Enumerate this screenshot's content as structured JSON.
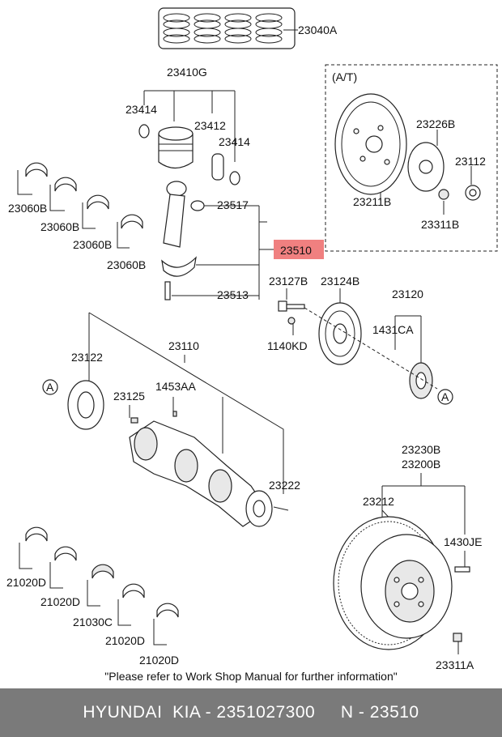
{
  "labels": {
    "l23040A": "23040A",
    "l23410G": "23410G",
    "l23414a": "23414",
    "l23412": "23412",
    "l23414b": "23414",
    "l23060Ba": "23060B",
    "l23060Bb": "23060B",
    "l23060Bc": "23060B",
    "l23060Bd": "23060B",
    "l23517": "23517",
    "l23510": "23510",
    "l23513": "23513",
    "lAT": "(A/T)",
    "l23226B": "23226B",
    "l23112": "23112",
    "l23211B": "23211B",
    "l23311B": "23311B",
    "l23127B": "23127B",
    "l23124B": "23124B",
    "l23120": "23120",
    "l1431CA": "1431CA",
    "l1140KD": "1140KD",
    "l23122": "23122",
    "l23110": "23110",
    "l1453AA": "1453AA",
    "l23125": "23125",
    "lA1": "A",
    "lA2": "A",
    "l23222": "23222",
    "l23230B": "23230B",
    "l23200B": "23200B",
    "l23212": "23212",
    "l1430JE": "1430JE",
    "l21020Da": "21020D",
    "l21020Db": "21020D",
    "l21030C": "21030C",
    "l21020Dc": "21020D",
    "l21020Dd": "21020D",
    "l23311A": "23311A"
  },
  "note": "\"Please refer to Work Shop Manual for further information\"",
  "footer": "HYUNDAI  KIA - 2351027300     N - 23510",
  "colors": {
    "highlight": "#f08080",
    "footer_bg": "#7a7a7a"
  }
}
